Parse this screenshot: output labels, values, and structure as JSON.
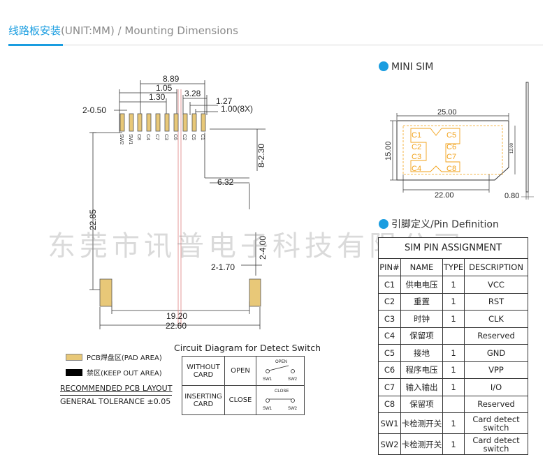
{
  "header": {
    "title_zh": "线路板安装",
    "title_en": "(UNIT:MM) / Mounting Dimensions"
  },
  "watermark": "东莞市讯普电子科技有限公司",
  "drawing": {
    "dims": {
      "d889": "8.89",
      "d105": "1.05",
      "d130": "1.30",
      "d328": "3.28",
      "d127": "1.27",
      "d100": "1.00(8X)",
      "d2050": "2-0.50",
      "d8230": "8-2.30",
      "d632": "6.32",
      "d2285": "22.85",
      "d2400": "2-4.00",
      "d2170": "2-1.70",
      "d1920": "19.20",
      "d2260": "22.60"
    },
    "pin_labels": [
      "SW2",
      "SW1",
      "C8",
      "C4",
      "C7",
      "C3",
      "C6",
      "C2",
      "C5",
      "C1"
    ]
  },
  "legend": {
    "pad": "PCB焊盘区(PAD AREA)",
    "keepout": "禁区(KEEP OUT AREA)",
    "recommended": "RECOMMENDED PCB LAYOUT",
    "tolerance": "GENERAL TOLERANCE ±0.05",
    "pad_color": "#e8c878",
    "keepout_color": "#000000"
  },
  "circuit": {
    "title": "Circuit Diagram for Detect Switch",
    "rows": [
      {
        "condition": "WITHOUT CARD",
        "state": "OPEN",
        "switch_label": "OPEN",
        "sw1": "SW1",
        "sw2": "SW2"
      },
      {
        "condition": "INSERTING CARD",
        "state": "CLOSE",
        "switch_label": "CLOSE",
        "sw1": "SW1",
        "sw2": "SW2"
      }
    ]
  },
  "minisim": {
    "heading": "MINI SIM",
    "width": "25.00",
    "height": "15.00",
    "inner_width": "22.00",
    "inner_height": "12.00",
    "thickness": "0.80",
    "contacts_left": [
      "C1",
      "C2",
      "C3",
      "C4"
    ],
    "contacts_right": [
      "C5",
      "C6",
      "C7",
      "C8"
    ],
    "contact_color": "#f2a21a"
  },
  "pin_definition": {
    "heading": "引脚定义/Pin Definition",
    "table_title": "SIM PIN ASSIGNMENT",
    "columns": [
      "PIN#",
      "NAME",
      "TYPE",
      "DESCRIPTION"
    ],
    "rows": [
      {
        "pin": "C1",
        "name": "供电电压",
        "type": "1",
        "desc": "VCC"
      },
      {
        "pin": "C2",
        "name": "重置",
        "type": "1",
        "desc": "RST"
      },
      {
        "pin": "C3",
        "name": "时钟",
        "type": "1",
        "desc": "CLK"
      },
      {
        "pin": "C4",
        "name": "保留项",
        "type": "",
        "desc": "Reserved"
      },
      {
        "pin": "C5",
        "name": "接地",
        "type": "1",
        "desc": "GND"
      },
      {
        "pin": "C6",
        "name": "程序电压",
        "type": "1",
        "desc": "VPP"
      },
      {
        "pin": "C7",
        "name": "输入输出",
        "type": "1",
        "desc": "I/O"
      },
      {
        "pin": "C8",
        "name": "保留项",
        "type": "",
        "desc": "Reserved"
      },
      {
        "pin": "SW1",
        "name": "卡检测开关",
        "type": "1",
        "desc": "Card detect switch"
      },
      {
        "pin": "SW2",
        "name": "卡检测开关",
        "type": "1",
        "desc": "Card detect switch"
      }
    ]
  }
}
